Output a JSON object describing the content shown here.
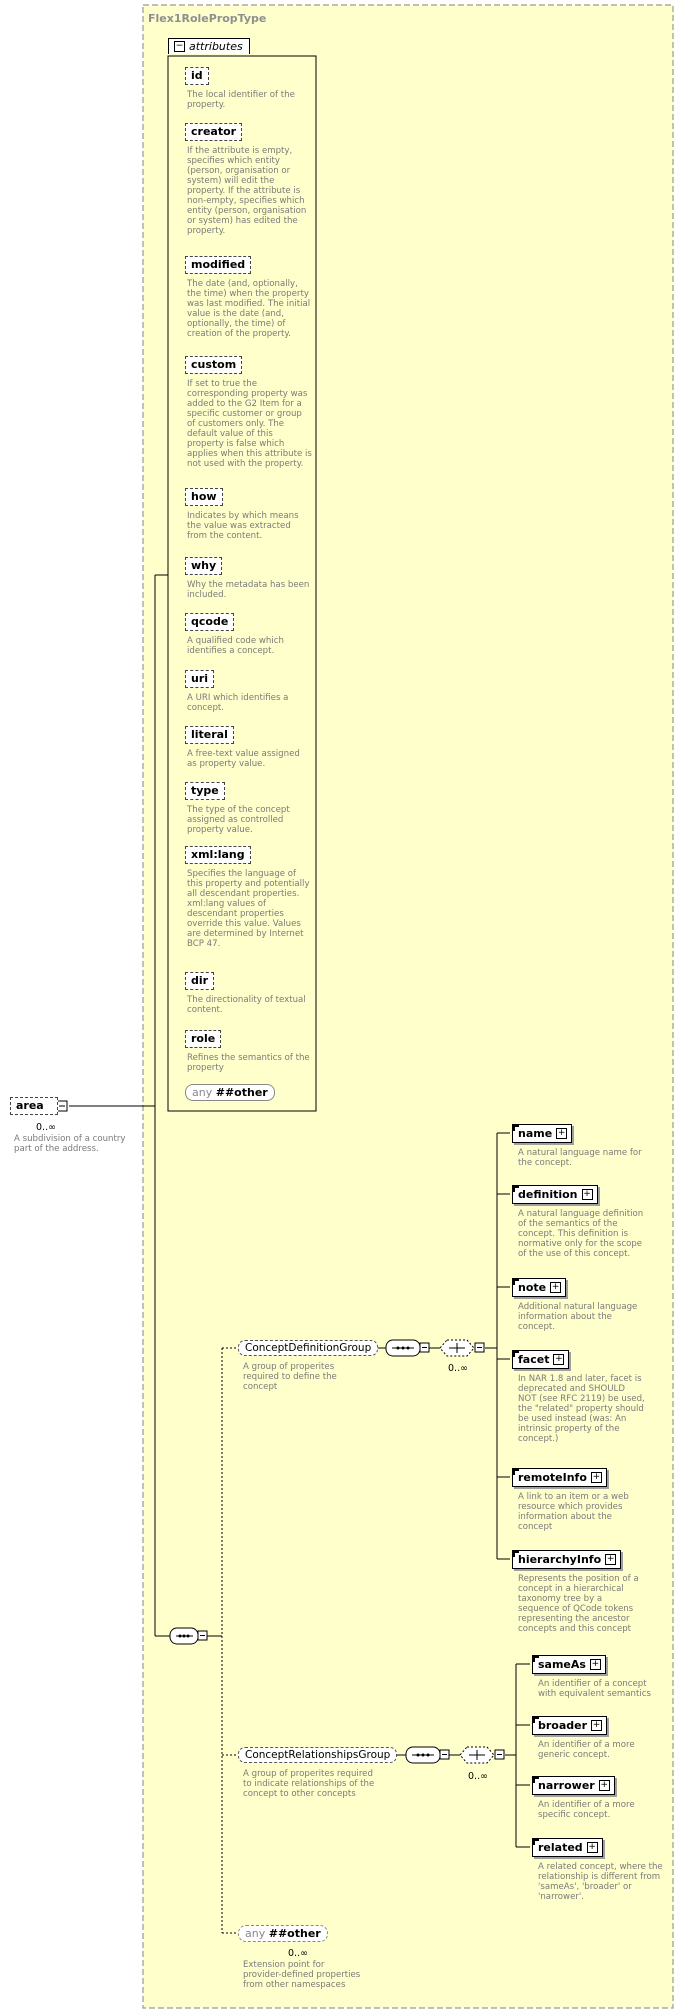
{
  "type_name": "Flex1RolePropType",
  "attributes_label": "attributes",
  "attributes": [
    {
      "name": "id",
      "desc": "The local identifier of the property."
    },
    {
      "name": "creator",
      "desc": "If the attribute is empty, specifies which entity (person, organisation or system) will edit the property. If the attribute is non-empty, specifies which entity (person, organisation or system) has edited the property."
    },
    {
      "name": "modified",
      "desc": "The date (and, optionally, the time) when the property was last modified. The initial value is the date (and, optionally, the time) of creation of the property."
    },
    {
      "name": "custom",
      "desc": "If set to true the corresponding property was added to the G2 Item for a specific customer or group of customers only. The default value of this property is false which applies when this attribute is not used with the property."
    },
    {
      "name": "how",
      "desc": "Indicates by which means the value was extracted from the content."
    },
    {
      "name": "why",
      "desc": "Why the metadata has been included."
    },
    {
      "name": "qcode",
      "desc": "A qualified code which identifies a concept."
    },
    {
      "name": "uri",
      "desc": "A URI which identifies a concept."
    },
    {
      "name": "literal",
      "desc": "A free-text value assigned as property value."
    },
    {
      "name": "type",
      "desc": "The type of the concept assigned as controlled property value."
    },
    {
      "name": "xml:lang",
      "desc": "Specifies the language of this property and potentially all descendant properties. xml:lang values of descendant properties override this value. Values are determined by Internet BCP 47."
    },
    {
      "name": "dir",
      "desc": "The directionality of textual content."
    },
    {
      "name": "role",
      "desc": "Refines the semantics of the property"
    }
  ],
  "attr_any": {
    "prefix": "any",
    "value": "##other"
  },
  "root": {
    "name": "area",
    "cardinality": "0..∞",
    "desc": "A subdivision of a country part of the address."
  },
  "concept_definition_group": {
    "name": "ConceptDefinitionGroup",
    "desc": "A group of properites required to define the concept",
    "choice_cardinality": "0..∞",
    "elements": [
      {
        "name": "name",
        "desc": "A natural language name for the concept."
      },
      {
        "name": "definition",
        "desc": "A natural language definition of the semantics of the concept. This definition is normative only for the scope of the use of this concept."
      },
      {
        "name": "note",
        "desc": "Additional natural language information about the concept."
      },
      {
        "name": "facet",
        "desc": "In NAR 1.8 and later, facet is deprecated and SHOULD NOT (see RFC 2119) be used, the \"related\" property should be used instead (was: An intrinsic property of the concept.)"
      },
      {
        "name": "remoteInfo",
        "desc": "A link to an item or a web resource which provides information about the concept"
      },
      {
        "name": "hierarchyInfo",
        "desc": "Represents the position of a concept in a hierarchical taxonomy tree by a sequence of QCode tokens representing the ancestor concepts and this concept"
      }
    ]
  },
  "concept_relationships_group": {
    "name": "ConceptRelationshipsGroup",
    "desc": "A group of properites required to indicate relationships of the concept to other concepts",
    "choice_cardinality": "0..∞",
    "elements": [
      {
        "name": "sameAs",
        "desc": "An identifier of a concept with equivalent semantics"
      },
      {
        "name": "broader",
        "desc": "An identifier of a more generic concept."
      },
      {
        "name": "narrower",
        "desc": "An identifier of a more specific concept."
      },
      {
        "name": "related",
        "desc": "A related concept, where the relationship is different from 'sameAs', 'broader' or 'narrower'."
      }
    ]
  },
  "any_other": {
    "prefix": "any",
    "value": "##other",
    "cardinality": "0..∞",
    "desc": "Extension point for provider-defined properties from other namespaces"
  },
  "colors": {
    "panel": "#ffffcc",
    "panel_border": "#b0b0a0",
    "line": "#000000",
    "desc": "#7a7a7a"
  }
}
